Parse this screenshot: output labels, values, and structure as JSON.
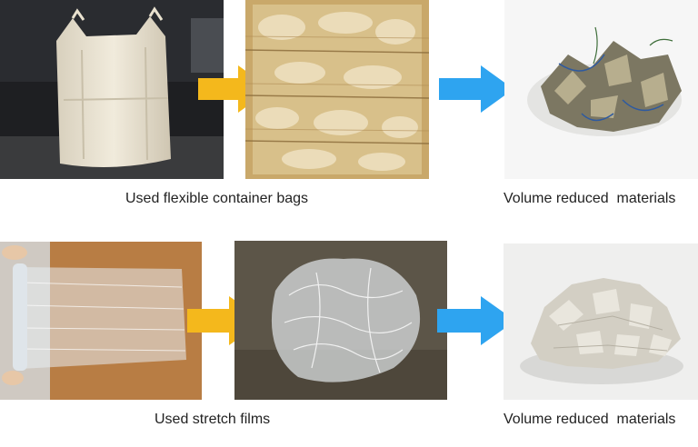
{
  "rows": [
    {
      "caption_source": "Used flexible container bags",
      "caption_result": "Volume reduced  materials",
      "arrow_1_color": "#f4b81c",
      "arrow_2_color": "#2ea4f0"
    },
    {
      "caption_source": "Used stretch films",
      "caption_result": "Volume reduced  materials",
      "arrow_1_color": "#f4b81c",
      "arrow_2_color": "#2ea4f0"
    }
  ]
}
